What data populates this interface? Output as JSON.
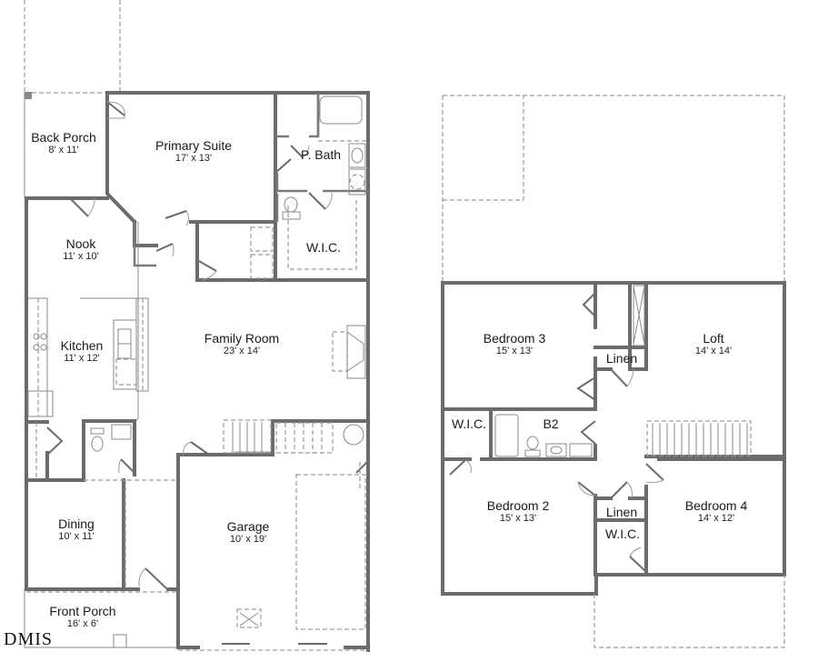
{
  "floor_plan": {
    "first_floor": {
      "rooms": [
        {
          "name": "Back Porch",
          "dim": "8' x 11'"
        },
        {
          "name": "Primary Suite",
          "dim": "17' x 13'"
        },
        {
          "name": "P. Bath",
          "dim": ""
        },
        {
          "name": "W.I.C.",
          "dim": ""
        },
        {
          "name": "Nook",
          "dim": "11' x 10'"
        },
        {
          "name": "Kitchen",
          "dim": "11' x 12'"
        },
        {
          "name": "Family Room",
          "dim": "23' x 14'"
        },
        {
          "name": "Dining",
          "dim": "10' x 11'"
        },
        {
          "name": "Garage",
          "dim": "10' x 19'"
        },
        {
          "name": "Front Porch",
          "dim": "16' x 6'"
        }
      ]
    },
    "second_floor": {
      "rooms": [
        {
          "name": "Bedroom 3",
          "dim": "15' x 13'"
        },
        {
          "name": "Loft",
          "dim": "14' x 14'"
        },
        {
          "name": "Linen",
          "dim": ""
        },
        {
          "name": "W.I.C.",
          "dim": ""
        },
        {
          "name": "B2",
          "dim": ""
        },
        {
          "name": "Bedroom 2",
          "dim": "15' x 13'"
        },
        {
          "name": "Linen",
          "dim": ""
        },
        {
          "name": "W.I.C.",
          "dim": ""
        },
        {
          "name": "Bedroom 4",
          "dim": "14' x 12'"
        }
      ]
    }
  },
  "watermark": "DMIS"
}
